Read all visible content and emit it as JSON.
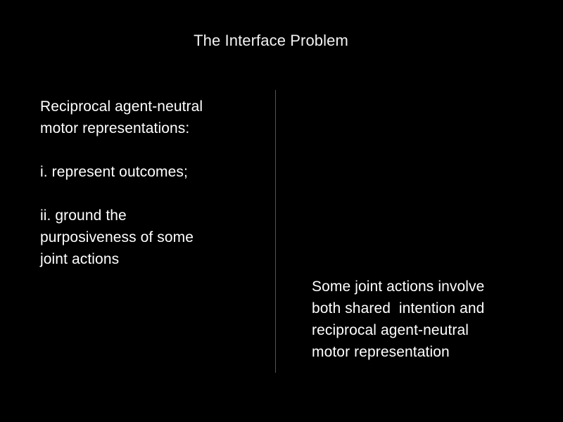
{
  "slide": {
    "title": "The Interface Problem",
    "background_color": "#000000",
    "text_color": "#ffffff",
    "divider_color": "#3c5d6e"
  },
  "left_column": {
    "paragraphs": [
      {
        "id": "heading",
        "lines": [
          "Reciprocal agent-neutral",
          "motor representations:"
        ]
      },
      {
        "id": "item-i",
        "lines": [
          "i. represent outcomes;"
        ]
      },
      {
        "id": "item-ii",
        "lines": [
          "ii. ground the",
          "purposiveness of some",
          "joint actions"
        ]
      }
    ]
  },
  "right_column": {
    "paragraphs": [
      {
        "id": "conclusion",
        "lines": [
          "Some joint actions involve",
          "both shared  intention and",
          "reciprocal agent-neutral",
          "motor representation"
        ]
      }
    ]
  }
}
